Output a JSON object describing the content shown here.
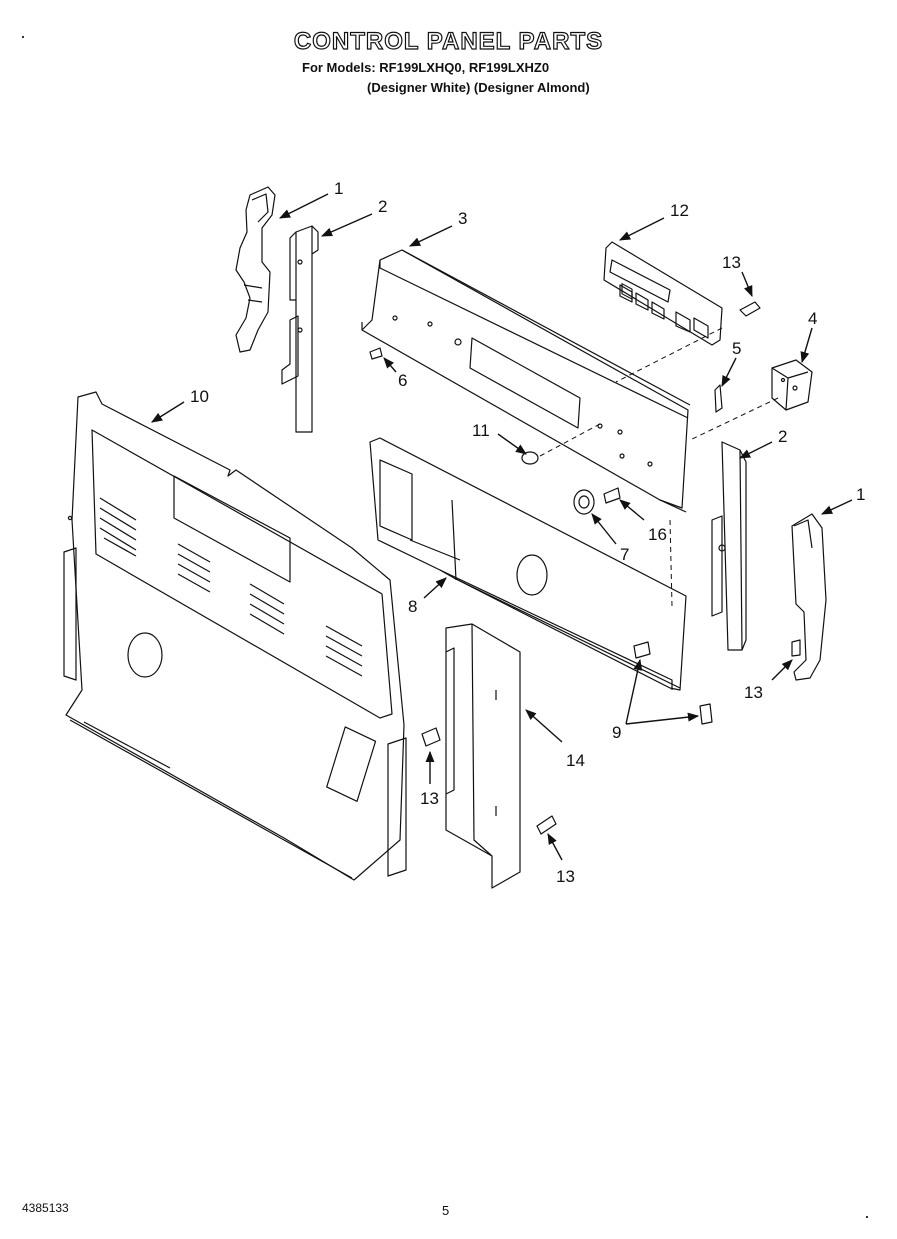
{
  "header": {
    "title": "CONTROL PANEL PARTS",
    "models_line": "For Models: RF199LXHQ0, RF199LXHZ0",
    "finish_line": "(Designer White) (Designer Almond)"
  },
  "callouts": [
    {
      "id": "c1a",
      "text": "1"
    },
    {
      "id": "c2a",
      "text": "2"
    },
    {
      "id": "c3",
      "text": "3"
    },
    {
      "id": "c12",
      "text": "12"
    },
    {
      "id": "c13a",
      "text": "13"
    },
    {
      "id": "c4",
      "text": "4"
    },
    {
      "id": "c5",
      "text": "5"
    },
    {
      "id": "c6",
      "text": "6"
    },
    {
      "id": "c10",
      "text": "10"
    },
    {
      "id": "c11",
      "text": "11"
    },
    {
      "id": "c2b",
      "text": "2"
    },
    {
      "id": "c1b",
      "text": "1"
    },
    {
      "id": "c16",
      "text": "16"
    },
    {
      "id": "c7",
      "text": "7"
    },
    {
      "id": "c8",
      "text": "8"
    },
    {
      "id": "c13b",
      "text": "13"
    },
    {
      "id": "c9",
      "text": "9"
    },
    {
      "id": "c14",
      "text": "14"
    },
    {
      "id": "c13c",
      "text": "13"
    },
    {
      "id": "c13d",
      "text": "13"
    }
  ],
  "footer": {
    "doc_number": "4385133",
    "page_number": "5"
  }
}
